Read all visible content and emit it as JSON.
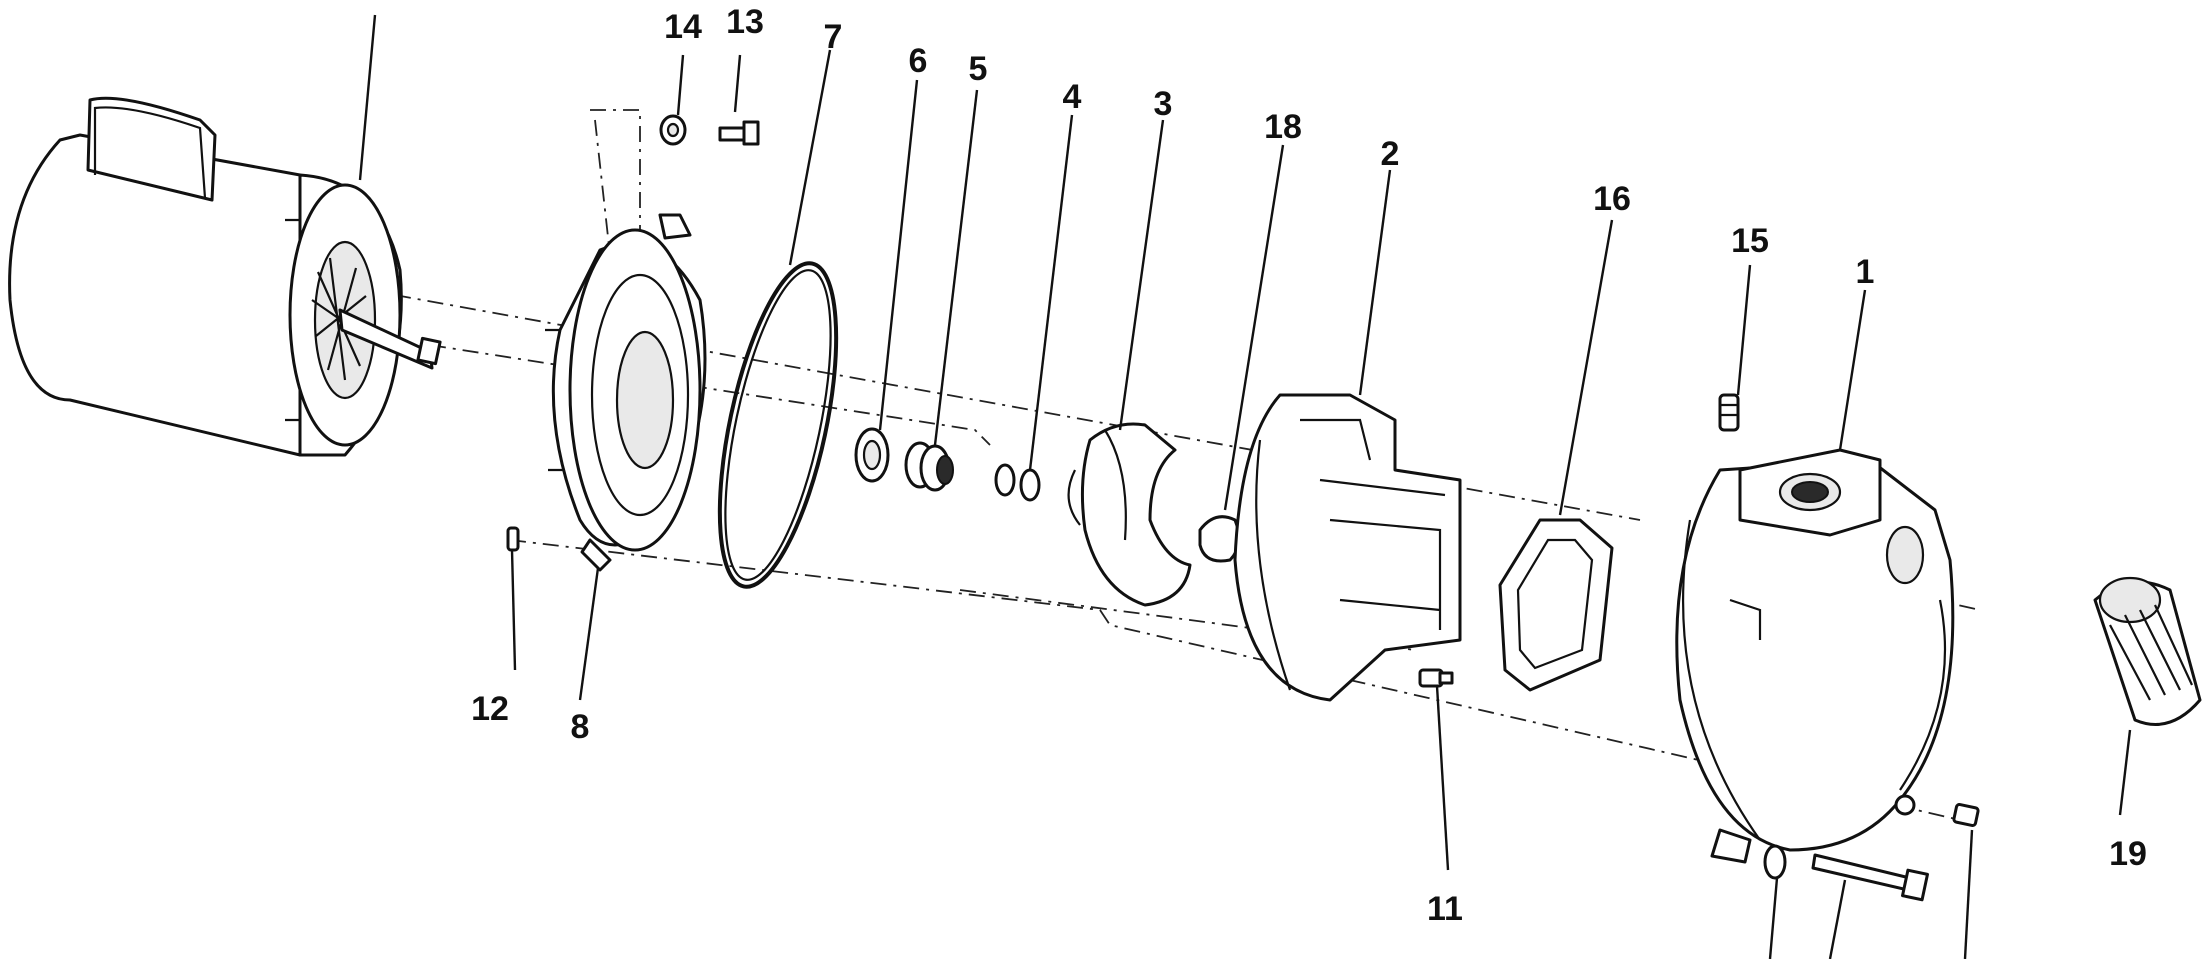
{
  "callouts": {
    "c1": "1",
    "c2": "2",
    "c3": "3",
    "c4": "4",
    "c5": "5",
    "c6": "6",
    "c7": "7",
    "c8": "8",
    "c11": "11",
    "c12": "12",
    "c13": "13",
    "c14": "14",
    "c15": "15",
    "c16": "16",
    "c18": "18",
    "c19": "19"
  }
}
